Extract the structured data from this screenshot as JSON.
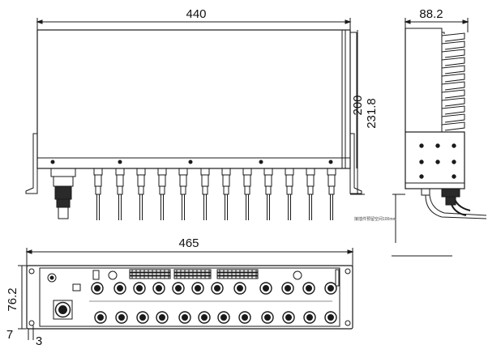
{
  "dimensions": {
    "top_width": "440",
    "top_height_inner": "200",
    "top_height_outer": "231.8",
    "side_width": "88.2",
    "front_width": "465",
    "front_height": "76.2",
    "front_ear_offset": "7",
    "front_hole_offset": "3"
  },
  "notes": {
    "cable_clearance": "接插件预留空间100mm"
  },
  "colors": {
    "line": "#1a1a1a",
    "fill": "#ffffff"
  }
}
